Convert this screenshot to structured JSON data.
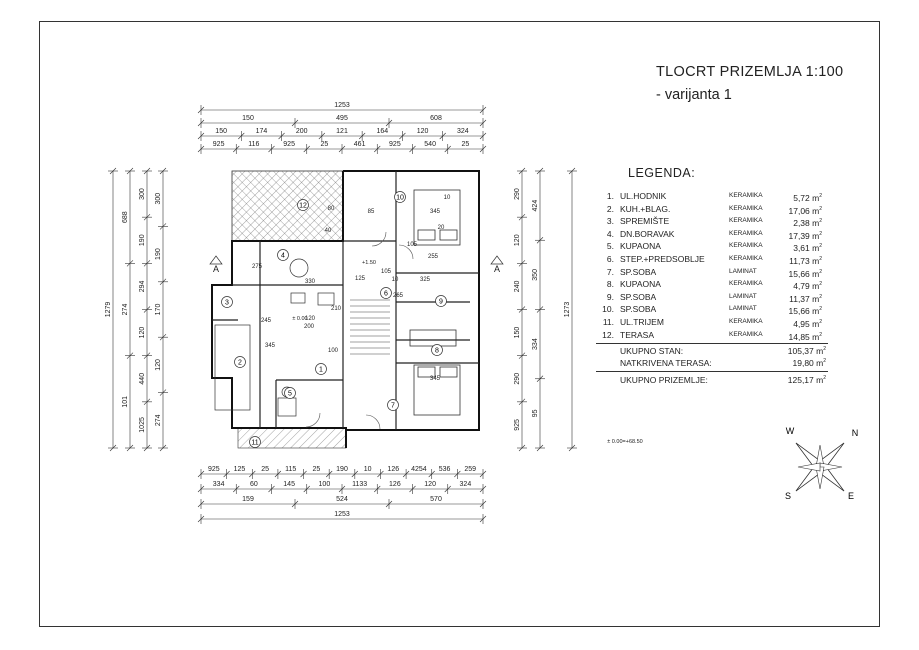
{
  "title": "TLOCRT PRIZEMLJA 1:100",
  "subtitle": "- varijanta 1",
  "legend_title": "LEGENDA:",
  "legend_items": [
    {
      "num": "1.",
      "name": "UL.HODNIK",
      "material": "KERAMIKA",
      "area": "5,72 m",
      "unit": "2"
    },
    {
      "num": "2.",
      "name": "KUH.+BLAG.",
      "material": "KERAMIKA",
      "area": "17,06 m",
      "unit": "2"
    },
    {
      "num": "3.",
      "name": "SPREMIŠTE",
      "material": "KERAMIKA",
      "area": "2,38 m",
      "unit": "2"
    },
    {
      "num": "4.",
      "name": "DN.BORAVAK",
      "material": "KERAMIKA",
      "area": "17,39 m",
      "unit": "2"
    },
    {
      "num": "5.",
      "name": "KUPAONA",
      "material": "KERAMIKA",
      "area": "3,61 m",
      "unit": "2"
    },
    {
      "num": "6.",
      "name": "STEP.+PREDSOBLJE",
      "material": "KERAMIKA",
      "area": "11,73 m",
      "unit": "2"
    },
    {
      "num": "7.",
      "name": "SP.SOBA",
      "material": "LAMINAT",
      "area": "15,66 m",
      "unit": "2"
    },
    {
      "num": "8.",
      "name": "KUPAONA",
      "material": "KERAMIKA",
      "area": "4,79 m",
      "unit": "2"
    },
    {
      "num": "9.",
      "name": "SP.SOBA",
      "material": "LAMINAT",
      "area": "11,37 m",
      "unit": "2"
    },
    {
      "num": "10.",
      "name": "SP.SOBA",
      "material": "LAMINAT",
      "area": "15,66 m",
      "unit": "2"
    },
    {
      "num": "11.",
      "name": "UL.TRIJEM",
      "material": "KERAMIKA",
      "area": "4,95 m",
      "unit": "2"
    },
    {
      "num": "12.",
      "name": "TERASA",
      "material": "KERAMIKA",
      "area": "14,85 m",
      "unit": "2"
    }
  ],
  "totals": [
    {
      "label": "UKUPNO STAN:",
      "value": "105,37 m",
      "unit": "2"
    },
    {
      "label": "NATKRIVENA TERASA:",
      "value": "19,80 m",
      "unit": "2"
    },
    {
      "label": "UKUPNO PRIZEMLJE:",
      "value": "125,17 m",
      "unit": "2"
    }
  ],
  "top_dims": {
    "row1": [
      "1253"
    ],
    "row2": [
      "150",
      "495",
      "608"
    ],
    "row3": [
      "150",
      "174",
      "200",
      "121",
      "164",
      "120",
      "324"
    ],
    "row4": [
      "925",
      "116",
      "925",
      "25",
      "461",
      "925",
      "540",
      "25"
    ]
  },
  "bottom_dims": {
    "row1": [
      "925",
      "125",
      "25",
      "115",
      "25",
      "190",
      "10",
      "126",
      "4254",
      "536",
      "259"
    ],
    "row2": [
      "334",
      "60",
      "145",
      "100",
      "1133",
      "126",
      "120",
      "324"
    ],
    "row3": [
      "159",
      "524",
      "570"
    ],
    "row4": [
      "1253"
    ]
  },
  "left_dims": {
    "outer": "1279",
    "col2": [
      "688",
      "274",
      "101"
    ],
    "col3": [
      "300",
      "190",
      "294",
      "120",
      "440",
      "1025"
    ],
    "col4": [
      "300",
      "190",
      "170",
      "120",
      "274"
    ]
  },
  "right_dims": {
    "outer": "1273",
    "col2": [
      "424",
      "350",
      "334",
      "95"
    ],
    "col3": [
      "290",
      "120",
      "240",
      "150",
      "290",
      "925"
    ]
  },
  "room_numbers": [
    "1",
    "2",
    "3",
    "4",
    "5",
    "6",
    "7",
    "8",
    "9",
    "10",
    "11",
    "12"
  ],
  "interior_labels": [
    "330",
    "345",
    "325",
    "345",
    "275",
    "245",
    "210",
    "200",
    "345",
    "100",
    "105",
    "10",
    "85",
    "125",
    "40",
    "80",
    "120",
    "265",
    "105",
    "255",
    "20",
    "10"
  ],
  "level_labels": [
    "± 0.00",
    "+1.50",
    "± 0.00=+68.50"
  ],
  "section_marks": [
    "A",
    "A"
  ],
  "compass": [
    "N",
    "E",
    "S",
    "W"
  ]
}
